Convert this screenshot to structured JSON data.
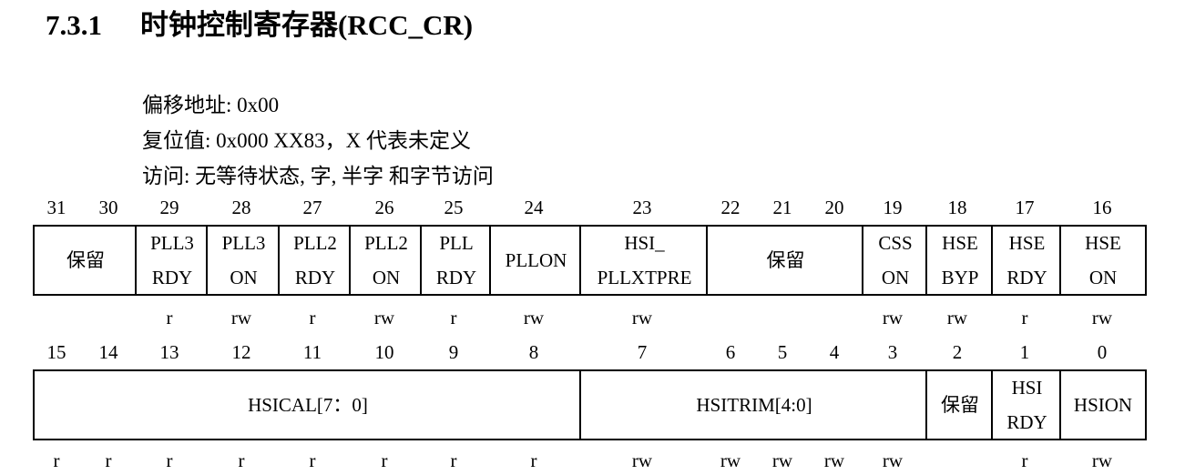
{
  "section": {
    "number": "7.3.1",
    "title": "时钟控制寄存器(RCC_CR)"
  },
  "info": [
    "偏移地址: 0x00",
    "复位值: 0x000 XX83，X 代表未定义",
    "访问: 无等待状态, 字, 半字 和字节访问"
  ],
  "high": {
    "bits": [
      "31",
      "30",
      "29",
      "28",
      "27",
      "26",
      "25",
      "24",
      "23",
      "22",
      "21",
      "20",
      "19",
      "18",
      "17",
      "16"
    ],
    "fields": [
      {
        "l1": "保留",
        "l2": ""
      },
      {
        "l1": "PLL3",
        "l2": "RDY"
      },
      {
        "l1": "PLL3",
        "l2": "ON"
      },
      {
        "l1": "PLL2",
        "l2": "RDY"
      },
      {
        "l1": "PLL2",
        "l2": "ON"
      },
      {
        "l1": "PLL",
        "l2": "RDY"
      },
      {
        "l1": "PLLON",
        "l2": ""
      },
      {
        "l1": "HSI_",
        "l2": "PLLXTPRE"
      },
      {
        "l1": "保留",
        "l2": ""
      },
      {
        "l1": "CSS",
        "l2": "ON"
      },
      {
        "l1": "HSE",
        "l2": "BYP"
      },
      {
        "l1": "HSE",
        "l2": "RDY"
      },
      {
        "l1": "HSE",
        "l2": "ON"
      }
    ],
    "access": [
      "r",
      "rw",
      "r",
      "rw",
      "r",
      "rw",
      "rw",
      "rw",
      "rw",
      "r",
      "rw"
    ]
  },
  "low": {
    "bits": [
      "15",
      "14",
      "13",
      "12",
      "11",
      "10",
      "9",
      "8",
      "7",
      "6",
      "5",
      "4",
      "3",
      "2",
      "1",
      "0"
    ],
    "fields": [
      {
        "l1": "HSICAL[7：0]",
        "l2": ""
      },
      {
        "l1": "HSITRIM[4:0]",
        "l2": ""
      },
      {
        "l1": "保留",
        "l2": ""
      },
      {
        "l1": "HSI",
        "l2": "RDY"
      },
      {
        "l1": "HSION",
        "l2": ""
      }
    ],
    "access": [
      "r",
      "r",
      "r",
      "r",
      "r",
      "r",
      "r",
      "r",
      "rw",
      "rw",
      "rw",
      "rw",
      "rw",
      "r",
      "rw"
    ]
  }
}
